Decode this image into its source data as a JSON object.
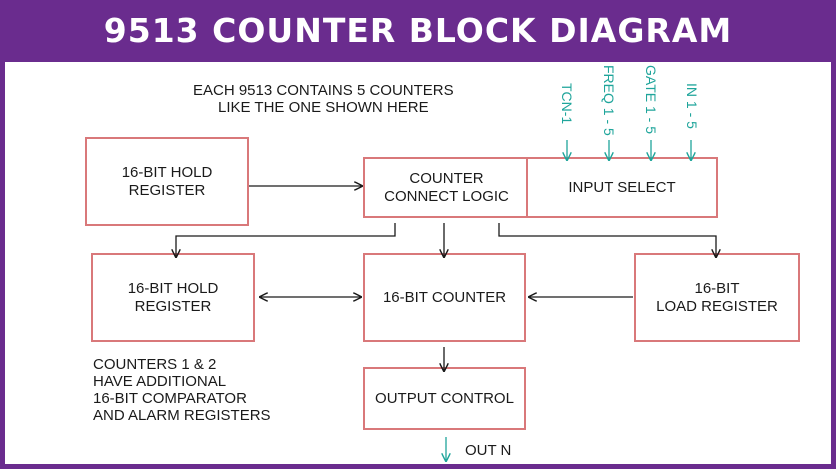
{
  "title": "9513 COUNTER BLOCK DIAGRAM",
  "note_top": "EACH 9513 CONTAINS 5 COUNTERS\nLIKE THE ONE SHOWN HERE",
  "note_bottom": "COUNTERS 1 & 2\nHAVE ADDITIONAL\n16-BIT COMPARATOR\nAND ALARM REGISTERS",
  "blocks": {
    "hold_top": "16-BIT HOLD\nREGISTER",
    "connect_logic": "COUNTER\nCONNECT LOGIC",
    "input_select": "INPUT SELECT",
    "hold_left": "16-BIT HOLD\nREGISTER",
    "counter": "16-BIT COUNTER",
    "load_register": "16-BIT\nLOAD REGISTER",
    "output_control": "OUTPUT CONTROL"
  },
  "inputs": [
    "TCN-1",
    "FREQ 1 - 5",
    "GATE 1 - 5",
    "IN 1 - 5"
  ],
  "output_label": "OUT  N",
  "colors": {
    "header": "#6a2c8e",
    "box_border": "#d9787a",
    "signal": "#1fa59b",
    "arrow": "#1a1a1a"
  }
}
